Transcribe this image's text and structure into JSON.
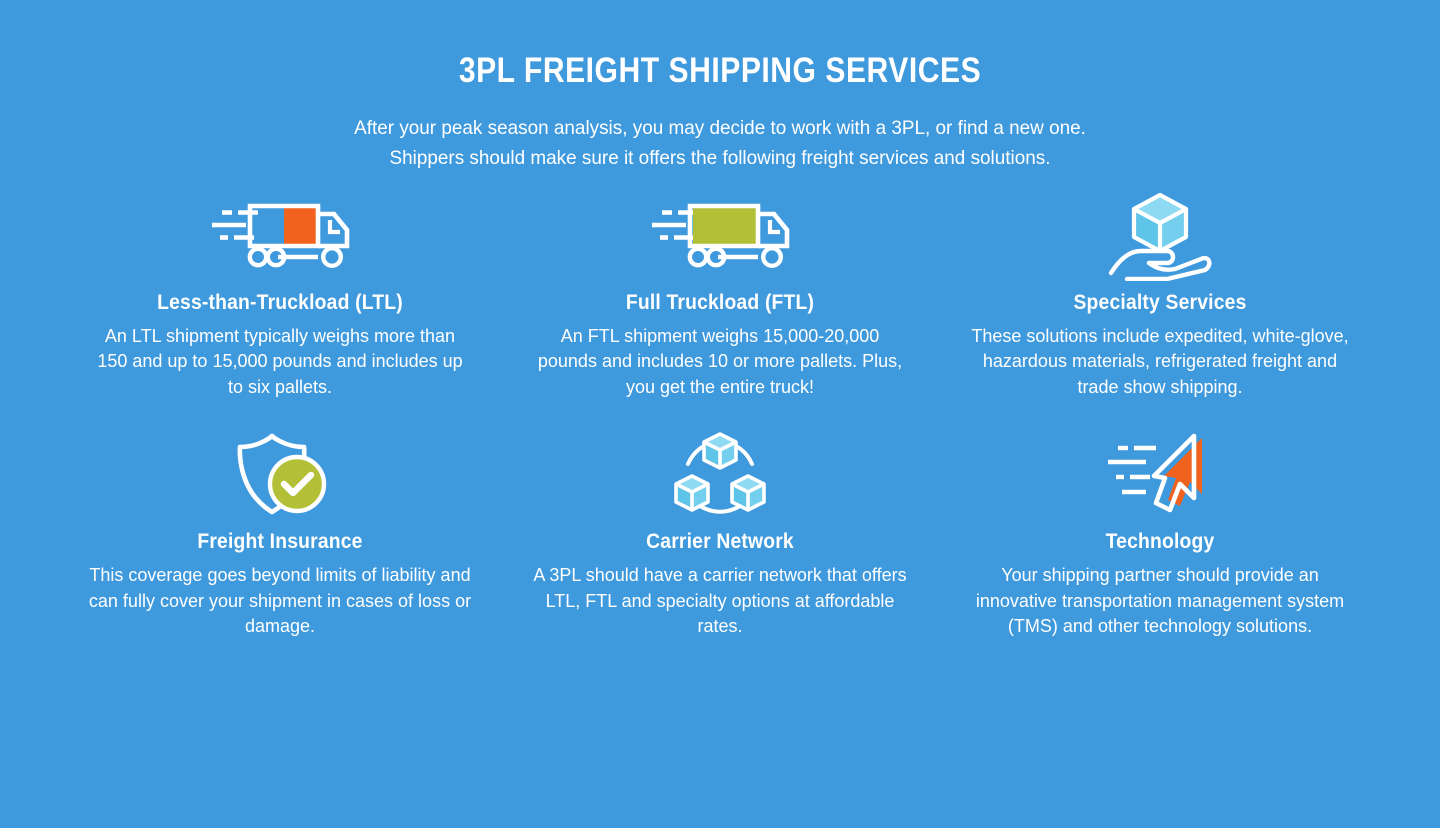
{
  "theme": {
    "background": "#3f99dd",
    "text": "#ffffff",
    "accent_orange": "#f2621f",
    "accent_olive": "#b3c037",
    "cube_light": "#86d7f0",
    "cube_mid": "#5ec4e8"
  },
  "header": {
    "title": "3PL FREIGHT SHIPPING SERVICES",
    "subtitle_line1": "After your peak season analysis, you may decide to work with a 3PL, or find a new one.",
    "subtitle_line2": "Shippers should make sure it offers the following freight services and solutions."
  },
  "cards": [
    {
      "icon": "ltl-truck-icon",
      "title": "Less-than-Truckload (LTL)",
      "body": "An LTL shipment typically weighs more than 150 and up to 15,000 pounds and includes up to six pallets."
    },
    {
      "icon": "ftl-truck-icon",
      "title": "Full Truckload (FTL)",
      "body": "An FTL shipment weighs 15,000-20,000 pounds and includes 10 or more pallets. Plus, you get the entire truck!"
    },
    {
      "icon": "hand-holding-box-icon",
      "title": "Specialty Services",
      "body": "These solutions include expedited, white-glove, hazardous materials, refrigerated freight and trade show shipping."
    },
    {
      "icon": "shield-check-icon",
      "title": "Freight Insurance",
      "body": "This coverage goes beyond limits of liability and can fully cover your shipment in cases of loss or damage."
    },
    {
      "icon": "network-cubes-icon",
      "title": "Carrier Network",
      "body": "A 3PL should have a carrier network that offers LTL, FTL and specialty options at affordable rates."
    },
    {
      "icon": "cursor-arrow-icon",
      "title": "Technology",
      "body": "Your shipping partner should provide an innovative transportation management system (TMS) and other technology solutions."
    }
  ]
}
